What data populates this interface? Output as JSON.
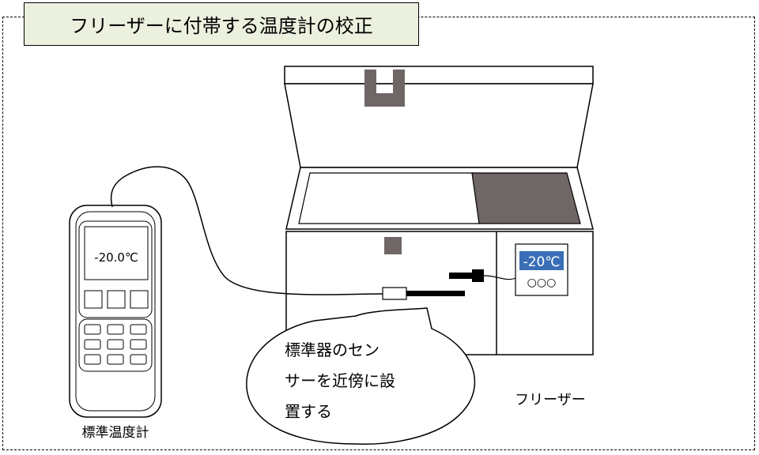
{
  "title": "フリーザーに付帯する温度計の校正",
  "thermometer": {
    "reading": "-20.0℃",
    "label": "標準温度計"
  },
  "freezer": {
    "display_reading": "-20℃",
    "buttons": "○○○",
    "label": "フリーザー"
  },
  "callout": {
    "lines": [
      "標準器のセン",
      "サーを近傍に設",
      "置する"
    ]
  },
  "colors": {
    "title_bg": "#ebf1de",
    "display_bg": "#3a6fb7",
    "lid_block": "#6f6766",
    "ice_panel": "#6f6766"
  }
}
